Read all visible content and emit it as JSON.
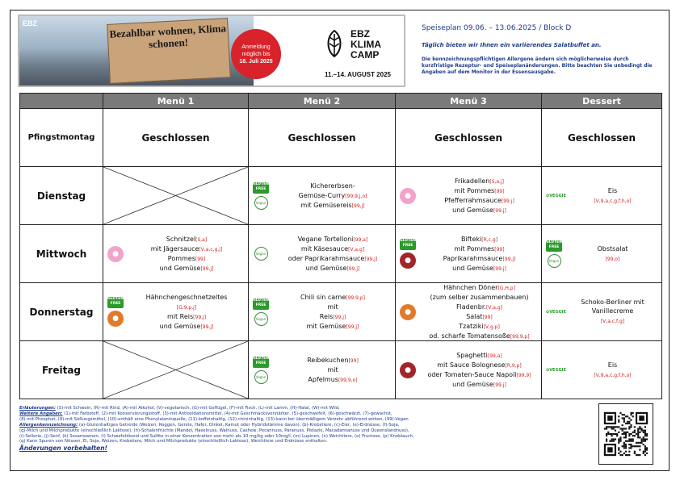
{
  "banner": {
    "ebz_logo": "EBZ",
    "sign_text": "Bezahlbar wohnen, Klima schonen!",
    "registration": {
      "line1": "Anmeldung",
      "line2": "möglich bis",
      "deadline": "18. Juli 2025"
    },
    "camp_name_line1": "EBZ",
    "camp_name_line2": "KLIMA",
    "camp_name_line3": "CAMP",
    "camp_dates": "11.–14. AUGUST 2025",
    "badge_color": "#d8232a"
  },
  "header": {
    "title": "Speiseplan  09.06. – 13.06.2025 / Block D",
    "subtitle": "Täglich bieten wir Ihnen ein variierendes Salatbuffet an.",
    "note": "Die kennzeichnungspflichtigen Allergene ändern sich möglicherweise durch kurzfristige Rezeptur- und Speiseplanänderungen. Bitte beachten Sie unbedingt die Angaben auf dem Monitor in der Essensausgabe."
  },
  "table": {
    "columns": [
      "Menü 1",
      "Menü 2",
      "Menü 3",
      "Dessert"
    ],
    "rows": [
      {
        "day": "Pfingstmontag",
        "closed": true,
        "closed_label": "Geschlossen"
      },
      {
        "day": "Dienstag",
        "cells": [
          {
            "empty": true,
            "icons": [],
            "lines": []
          },
          {
            "icons": [
              "gluten-free-icon",
              "vegan-icon"
            ],
            "lines": [
              [
                "Kichererbsen-",
                ""
              ],
              [
                "Gemüse-Curry",
                "[99,9,j,o]"
              ],
              [
                "mit Gemüsereis",
                "[99,j]"
              ]
            ]
          },
          {
            "icons": [
              "pork-icon"
            ],
            "lines": [
              [
                "Frikadellen",
                "[S,a,j]"
              ],
              [
                "mit Pommes",
                "[99]"
              ],
              [
                "Pfefferrahmsauce",
                "[99,j]"
              ],
              [
                "und Gemüse",
                "[99,j]"
              ]
            ]
          },
          {
            "icons": [
              "vegetarian-icon"
            ],
            "lines": [
              [
                "Eis",
                ""
              ],
              [
                "",
                "[V,9,a,c,g,f,h,o]"
              ]
            ]
          }
        ]
      },
      {
        "day": "Mittwoch",
        "cells": [
          {
            "icons": [
              "pork-icon"
            ],
            "lines": [
              [
                "Schnitzel",
                "[S,a]"
              ],
              [
                "mit Jägersauce",
                "[V,a,c,g,j]"
              ],
              [
                "Pommes",
                "[99]"
              ],
              [
                "und Gemüse",
                "[99,j]"
              ]
            ]
          },
          {
            "icons": [
              "vegan-icon"
            ],
            "lines": [
              [
                "Vegane Tortelloni",
                "[99,a]"
              ],
              [
                "mit Käsesauce",
                "[V,a,g]"
              ],
              [
                "oder Paprikarahmsauce",
                "[99,j]"
              ],
              [
                "und Gemüse",
                "[99,j]"
              ]
            ]
          },
          {
            "icons": [
              "gluten-free-icon",
              "beef-icon"
            ],
            "lines": [
              [
                "Bifteki",
                "[R,c,g]"
              ],
              [
                "mit Pommes",
                "[99]"
              ],
              [
                "Paprikarahmsauce",
                "[99,j]"
              ],
              [
                "und Gemüse",
                "[99,j]"
              ]
            ]
          },
          {
            "icons": [
              "gluten-free-icon",
              "vegan-icon"
            ],
            "lines": [
              [
                "Obstsalat",
                ""
              ],
              [
                "",
                "[99,o]"
              ]
            ]
          }
        ]
      },
      {
        "day": "Donnerstag",
        "cells": [
          {
            "icons": [
              "gluten-free-icon",
              "chicken-icon"
            ],
            "lines": [
              [
                "Hähnchengeschnetzeltes",
                ""
              ],
              [
                "",
                "[G,9,p,j]"
              ],
              [
                "mit Reis",
                "[99,j]"
              ],
              [
                "und Gemüse",
                "[99,j]"
              ]
            ]
          },
          {
            "icons": [
              "gluten-free-icon",
              "vegan-icon"
            ],
            "lines": [
              [
                "Chili sin carne",
                "[99,9,p]"
              ],
              [
                "mit",
                ""
              ],
              [
                "Reis",
                "[99,j]"
              ],
              [
                "mit Gemüse",
                "[99,j]"
              ]
            ]
          },
          {
            "icons": [
              "chicken-icon"
            ],
            "lines": [
              [
                "Hähnchen Döner",
                "[G,H,p]"
              ],
              [
                "(zum selber zusammenbauen)",
                ""
              ],
              [
                "Fladenbr.",
                "[V,a,g]"
              ],
              [
                "Salat",
                "[99]"
              ],
              [
                "Tzatziki",
                "[V,g,p]"
              ],
              [
                "od. scharfe Tomatensoße",
                "[99,9,p]"
              ]
            ]
          },
          {
            "icons": [
              "vegetarian-icon"
            ],
            "lines": [
              [
                "Schoko-Berliner mit Vanillecreme",
                ""
              ],
              [
                "",
                "[V,a,c,f,g]"
              ]
            ]
          }
        ]
      },
      {
        "day": "Freitag",
        "cells": [
          {
            "empty": true,
            "icons": [],
            "lines": []
          },
          {
            "icons": [
              "gluten-free-icon",
              "vegan-icon"
            ],
            "lines": [
              [
                "Reibekuchen",
                "[99]"
              ],
              [
                "mit",
                ""
              ],
              [
                "Apfelmus",
                "[99,9,o]"
              ]
            ]
          },
          {
            "icons": [
              "beef-icon"
            ],
            "lines": [
              [
                "Spaghetti",
                "[99,a]"
              ],
              [
                "mit Sauce Bolognese",
                "[R,9,p]"
              ],
              [
                "oder Tomaten-Sauce Napoli",
                "[99,9]"
              ],
              [
                "und Gemüse",
                "[99,j]"
              ]
            ]
          },
          {
            "icons": [
              "vegetarian-icon"
            ],
            "lines": [
              [
                "Eis",
                ""
              ],
              [
                "",
                "[V,9,a,c,g,f,h,o]"
              ]
            ]
          }
        ]
      }
    ]
  },
  "legend": {
    "l1_key": "Erläuterungen:",
    "l1_text": " (S)-mit Schwein, (R)-mit Rind, (A)-mit Alkohol, (V)-vegetarisch, (G)-mit Geflügel, (F)-mit Fisch, (L)-mit Lamm, (H)-Halal, (W)-mit Wild,",
    "l2_key": "Weitere Angaben:",
    "l2_text": " (1)-mit Farbstoff, (2)-mit Konservierungsstoff, (3)-mit Antioxidationsmittel, (4)-mit Geschmacksverstärker, (5)-geschwefelt, (6)-geschwärzt, (7)-gewachst,",
    "l3_text": "(8)-mit Phosphat, (9)-mit Süßungsmittel, (10)-enthält eine Phenylalaninquelle, (11)-koffeinhaltig, (12)-chininhaltig, (13)-kann bei übermäßigem Verzehr abführend wirken, (99)-Vegan",
    "l4_key": "Allergenkennzeichnung:",
    "l4_text": " (a)-Glutenhaltiges Getreide (Weizen, Roggen, Gerste, Hafer, Dinkel, Kamut oder Hybridstämme davon), (b)-Krebstiere, (c)-Eier, (e)-Erdnüsse, (f)-Soja,",
    "l5_text": "(g)-Milch und Milchprodukte (einschließlich Laktose), (h)-Schalenfrüchte (Mandel, Haselnuss, Walnuss, Cashew, Pecannuss, Paranuss, Pistazie, Macadamianuss und Queenslandnuss),",
    "l6_text": "(i)-Sellerie, (j)-Senf, (k) Sesamsamen, (l) Schwefeldioxid und Sulfite in einer Konzentration von mehr als 10 mg/kg oder 10mg/l, (m) Lupinen, (n) Weichtiere, (o) Fructose, (p) Knoblauch,",
    "l7_text": "(q) Kann Spuren von Nüssen, Ei, Soja, Weizen, Krebstiere, Milch und Milchprodukte (einschließlich Laktose), Weichtiere und Erdnüsse enthalten.",
    "note": "Änderungen vorbehalten!"
  },
  "icon_labels": {
    "gluten_free": "GLUTEN FREE",
    "vegan": "Vegan",
    "vegetarian": "VEGGIE"
  }
}
